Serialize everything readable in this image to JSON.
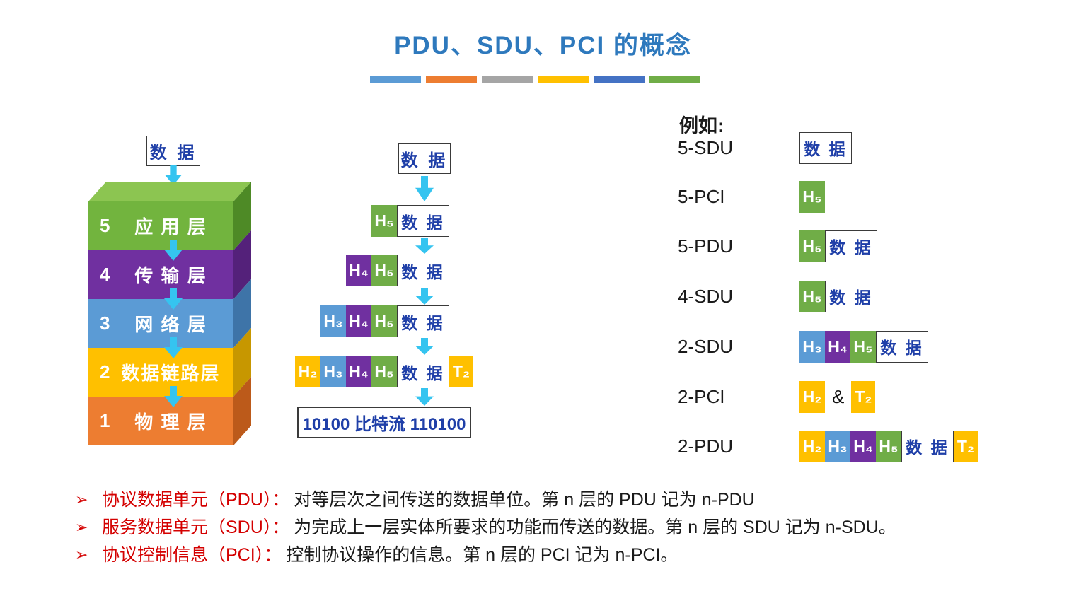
{
  "title": "PDU、SDU、PCI 的概念",
  "divider_bars": [
    {
      "color": "#5B9BD5"
    },
    {
      "color": "#ED7D31"
    },
    {
      "color": "#A5A5A5"
    },
    {
      "color": "#FFC000"
    },
    {
      "color": "#4472C4"
    },
    {
      "color": "#70AD47"
    }
  ],
  "colors": {
    "title": "#2E79BD",
    "arrow": "#35C4F0",
    "data_text": "#1F3FA8",
    "red": "#D40000",
    "h2": "#FFC000",
    "h3": "#5B9BD5",
    "h4": "#7030A0",
    "h5": "#70AD47",
    "t2": "#FFC000"
  },
  "left_stack": {
    "data_box": "数 据",
    "top_color": "#8CC551",
    "layers": [
      {
        "num": "5",
        "name": "应 用 层",
        "front": "#72B43E",
        "side": "#4E8A26"
      },
      {
        "num": "4",
        "name": "传 输 层",
        "front": "#7030A0",
        "side": "#54217A"
      },
      {
        "num": "3",
        "name": "网 络 层",
        "front": "#5B9BD5",
        "side": "#3E74A8"
      },
      {
        "num": "2",
        "name": "数据链路层",
        "front": "#FFC000",
        "side": "#C79700"
      },
      {
        "num": "1",
        "name": "物 理 层",
        "front": "#ED7D31",
        "side": "#BC5A1A"
      }
    ]
  },
  "encapsulation": {
    "data_box": "数 据",
    "rows": [
      {
        "cells": [
          {
            "t": "H₅",
            "c": "h5"
          },
          {
            "t": "数 据",
            "c": "data"
          }
        ]
      },
      {
        "cells": [
          {
            "t": "H₄",
            "c": "h4"
          },
          {
            "t": "H₅",
            "c": "h5"
          },
          {
            "t": "数 据",
            "c": "data"
          }
        ]
      },
      {
        "cells": [
          {
            "t": "H₃",
            "c": "h3"
          },
          {
            "t": "H₄",
            "c": "h4"
          },
          {
            "t": "H₅",
            "c": "h5"
          },
          {
            "t": "数 据",
            "c": "data"
          }
        ]
      },
      {
        "cells": [
          {
            "t": "H₂",
            "c": "h2"
          },
          {
            "t": "H₃",
            "c": "h3"
          },
          {
            "t": "H₄",
            "c": "h4"
          },
          {
            "t": "H₅",
            "c": "h5"
          },
          {
            "t": "数 据",
            "c": "data"
          },
          {
            "t": "T₂",
            "c": "t2"
          }
        ]
      }
    ],
    "bitstream": "10100 比特流 110100"
  },
  "examples": {
    "header": "例如:",
    "rows": [
      {
        "label": "5-SDU",
        "cells": [
          {
            "t": "数 据",
            "c": "data"
          }
        ]
      },
      {
        "label": "5-PCI",
        "cells": [
          {
            "t": "H₅",
            "c": "h5"
          }
        ]
      },
      {
        "label": "5-PDU",
        "cells": [
          {
            "t": "H₅",
            "c": "h5"
          },
          {
            "t": "数 据",
            "c": "data"
          }
        ]
      },
      {
        "label": "4-SDU",
        "cells": [
          {
            "t": "H₅",
            "c": "h5"
          },
          {
            "t": "数 据",
            "c": "data"
          }
        ]
      },
      {
        "label": "2-SDU",
        "cells": [
          {
            "t": "H₃",
            "c": "h3"
          },
          {
            "t": "H₄",
            "c": "h4"
          },
          {
            "t": "H₅",
            "c": "h5"
          },
          {
            "t": "数 据",
            "c": "data"
          }
        ]
      },
      {
        "label": "2-PCI",
        "cells": [
          {
            "t": "H₂",
            "c": "h2"
          },
          {
            "t": "&",
            "c": "amp"
          },
          {
            "t": "T₂",
            "c": "t2"
          }
        ]
      },
      {
        "label": "2-PDU",
        "cells": [
          {
            "t": "H₂",
            "c": "h2"
          },
          {
            "t": "H₃",
            "c": "h3"
          },
          {
            "t": "H₄",
            "c": "h4"
          },
          {
            "t": "H₅",
            "c": "h5"
          },
          {
            "t": "数 据",
            "c": "data"
          },
          {
            "t": "T₂",
            "c": "t2"
          }
        ]
      }
    ]
  },
  "bullets": [
    {
      "marker": "➢",
      "term": "协议数据单元（PDU）：",
      "desc": "对等层次之间传送的数据单位。第 n 层的 PDU 记为 n-PDU"
    },
    {
      "marker": "➢",
      "term": "服务数据单元（SDU）：",
      "desc": "为完成上一层实体所要求的功能而传送的数据。第 n 层的 SDU 记为 n-SDU。"
    },
    {
      "marker": "➢",
      "term": "协议控制信息（PCI）：",
      "desc": "控制协议操作的信息。第 n 层的 PCI 记为 n-PCI。"
    }
  ]
}
